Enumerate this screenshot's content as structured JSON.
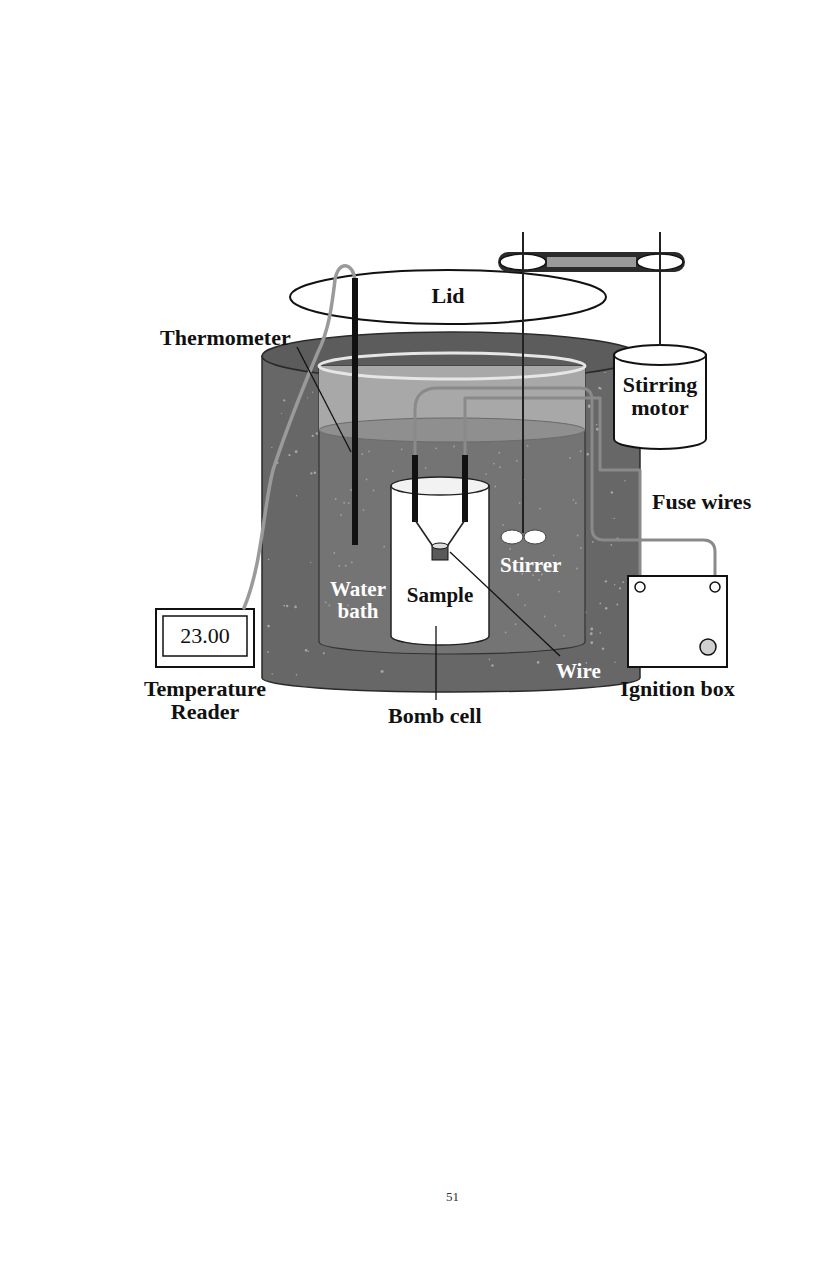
{
  "diagram": {
    "nodes": [
      {
        "text": [
          "Lid"
        ]
      },
      {
        "text": [
          "Stirring motor"
        ]
      },
      {
        "text": [
          "Water bath"
        ]
      },
      {
        "text": [
          "Sample"
        ],
        "in": 2
      },
      {
        "text": [
          "23.00",
          "Temperature Reader"
        ]
      },
      {
        "text": [
          "Ignition box"
        ]
      }
    ],
    "edges": [
      {
        "from": 5,
        "to": 3,
        "arrow": "none"
      }
    ],
    "labels": [
      "Thermometer",
      "Fuse wires",
      "Stirrer",
      "Wire",
      "Bomb cell",
      "51"
    ]
  }
}
